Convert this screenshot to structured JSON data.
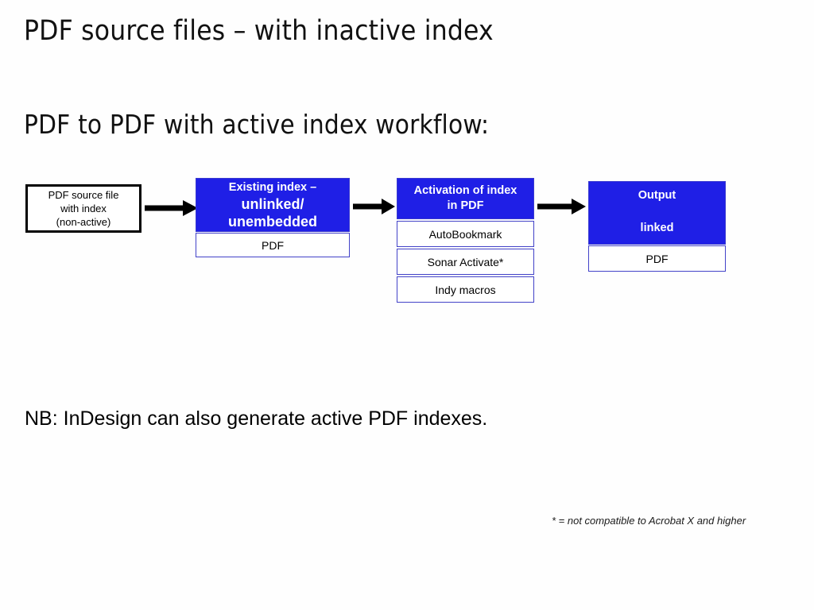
{
  "slide": {
    "title": "PDF source files – with inactive index",
    "subtitle": "PDF to PDF with active index workflow:",
    "nb_note": "NB: InDesign can also generate active PDF indexes.",
    "footnote": "* = not compatible to Acrobat X and higher",
    "background_color": "#fefefe"
  },
  "colors": {
    "accent_blue": "#1f1fe6",
    "cell_border_blue": "#4242c8",
    "box_border_black": "#000000",
    "text_black": "#000000",
    "text_white": "#ffffff"
  },
  "flow": {
    "source_box": {
      "lines": [
        "PDF source file",
        "with index",
        "(non-active)"
      ]
    },
    "steps": [
      {
        "id": "existing-index",
        "header_line_1": "Existing index –",
        "header_line_2": "unlinked/",
        "header_line_3": "unembedded",
        "cells": [
          "PDF"
        ]
      },
      {
        "id": "activation-of-index",
        "header_line_1": "Activation of index",
        "header_line_2": "in PDF",
        "cells": [
          "AutoBookmark",
          "Sonar Activate*",
          "Indy macros"
        ]
      },
      {
        "id": "output",
        "header_line_1": "Output",
        "header_line_2": "linked",
        "cells": [
          "PDF"
        ]
      }
    ],
    "arrows": [
      {
        "id": "arrow-source-to-existing",
        "direction": "right"
      },
      {
        "id": "arrow-existing-to-activation",
        "direction": "right"
      },
      {
        "id": "arrow-activation-to-output",
        "direction": "right"
      }
    ]
  }
}
